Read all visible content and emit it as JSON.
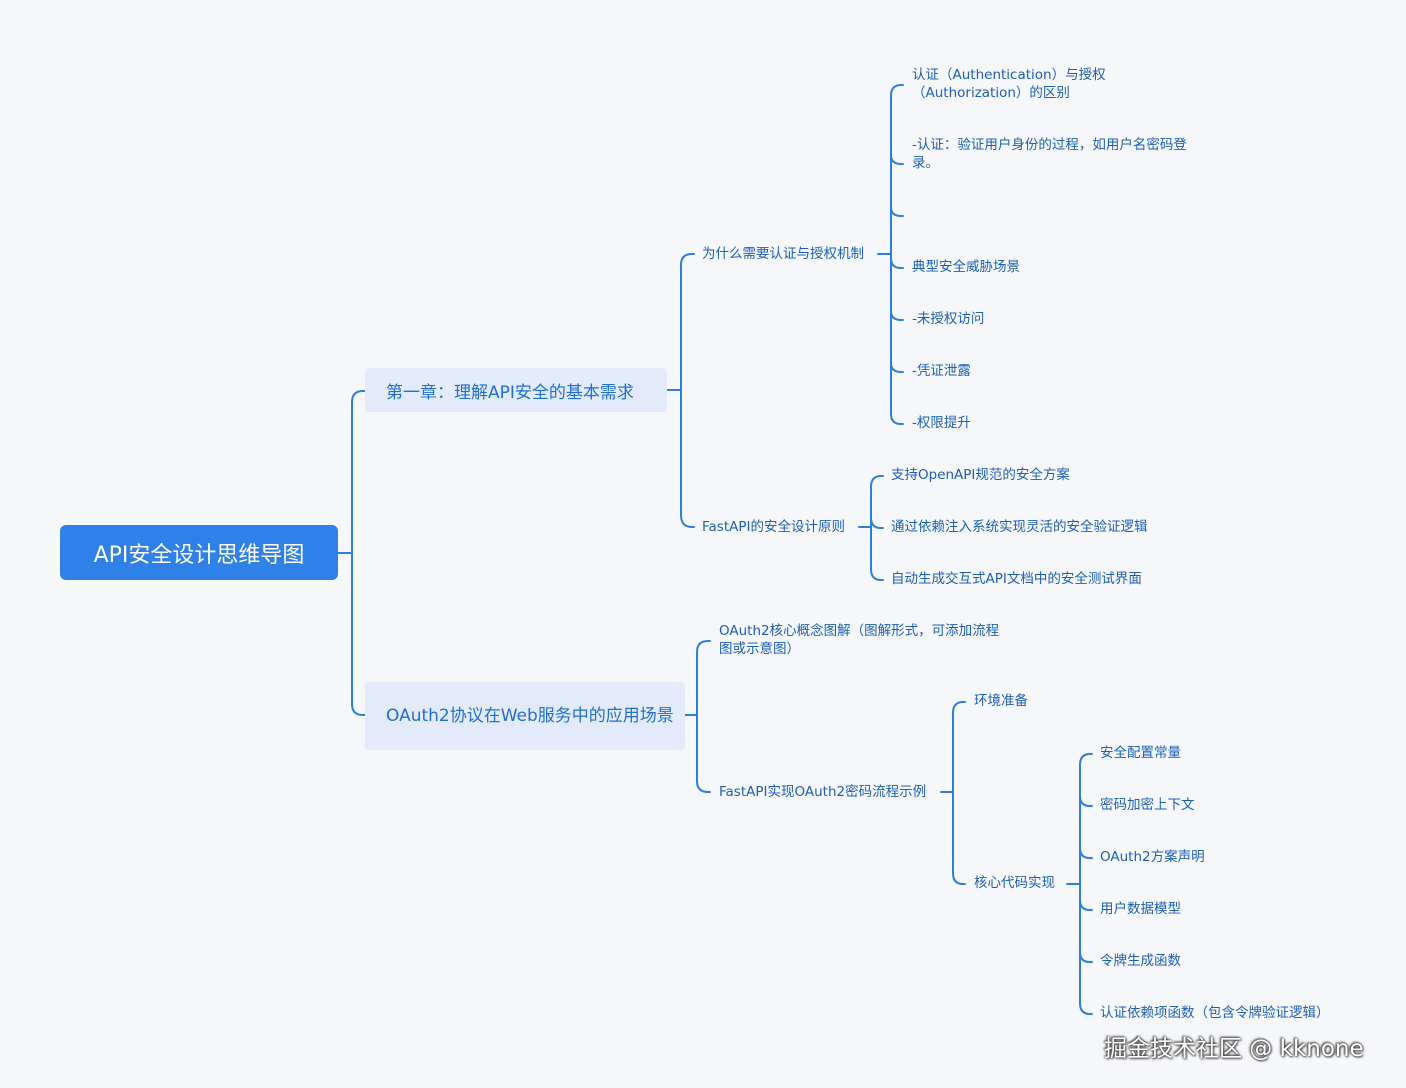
{
  "root": {
    "label": "API安全设计思维导图"
  },
  "branches": [
    {
      "label": "第一章：理解API安全的基本需求",
      "children": [
        {
          "label": "为什么需要认证与授权机制",
          "children": [
            "认证（Authentication）与授权（Authorization）的区别",
            "-认证：验证用户身份的过程，如用户名密码登录。",
            "",
            "典型安全威胁场景",
            "-未授权访问",
            "-凭证泄露",
            "-权限提升"
          ]
        },
        {
          "label": "FastAPI的安全设计原则",
          "children": [
            "支持OpenAPI规范的安全方案",
            "通过依赖注入系统实现灵活的安全验证逻辑",
            "自动生成交互式API文档中的安全测试界面"
          ]
        }
      ]
    },
    {
      "label": "OAuth2协议在Web服务中的应用场景",
      "children": [
        {
          "label": "OAuth2核心概念图解（图解形式，可添加流程图或示意图）"
        },
        {
          "label": "FastAPI实现OAuth2密码流程示例",
          "children": [
            {
              "label": "环境准备"
            },
            {
              "label": "核心代码实现",
              "children": [
                "安全配置常量",
                "密码加密上下文",
                "OAuth2方案声明",
                "用户数据模型",
                "令牌生成函数",
                "认证依赖项函数（包含令牌验证逻辑）"
              ]
            }
          ]
        }
      ]
    }
  ],
  "watermark": "掘金技术社区 @ kknone",
  "colors": {
    "background": "#f5f7fa",
    "root": "#2f80e7",
    "branch_fill": "#e3eafb",
    "line": "#2e7fdb",
    "text": "#1d5fb8"
  }
}
